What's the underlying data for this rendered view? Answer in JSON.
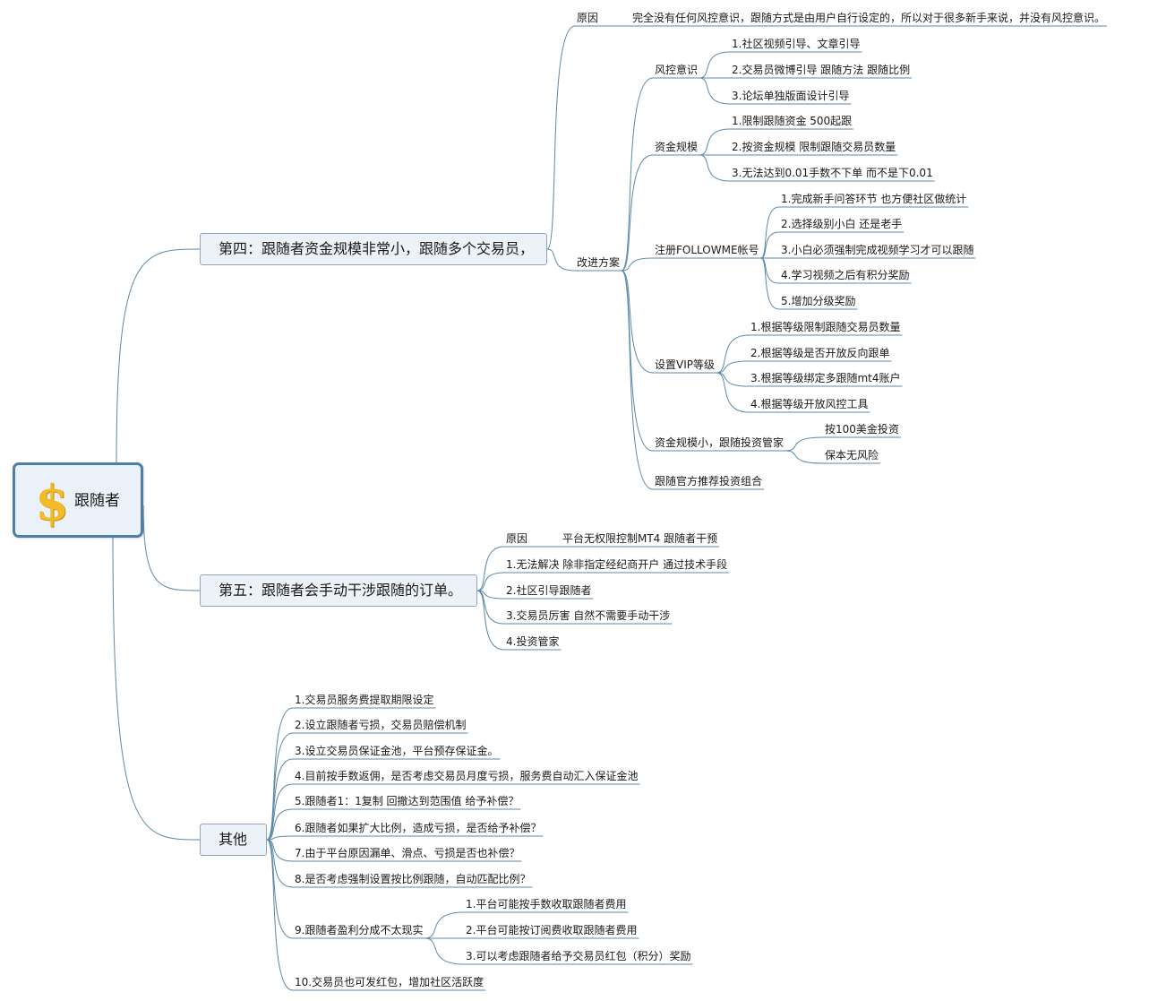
{
  "central": {
    "label": "跟随者",
    "icon": "dollar-icon",
    "icon_color": "#f2bb2a"
  },
  "colors": {
    "line": "#5d8aa8",
    "node_fill": "#ecf2f8",
    "node_border": "#8ea5bb"
  },
  "branch4": {
    "title": "第四：跟随者资金规模非常小，跟随多个交易员，",
    "reason": {
      "label": "原因",
      "text": "完全没有任何风控意识，跟随方式是由用户自行设定的，所以对于很多新手来说，并没有风控意识。"
    },
    "plan": {
      "label": "改进方案",
      "risk": {
        "label": "风控意识",
        "items": [
          "1.社区视频引导、文章引导",
          "2.交易员微博引导 跟随方法 跟随比例",
          "3.论坛单独版面设计引导"
        ]
      },
      "capital": {
        "label": "资金规模",
        "items": [
          "1.限制跟随资金 500起跟",
          "2.按资金规模 限制跟随交易员数量",
          "3.无法达到0.01手数不下单 而不是下0.01"
        ]
      },
      "register": {
        "label": "注册FOLLOWME帐号",
        "items": [
          "1.完成新手问答环节 也方便社区做统计",
          "2.选择级别小白 还是老手",
          "3.小白必须强制完成视频学习才可以跟随",
          "4.学习视频之后有积分奖励",
          "5.增加分级奖励"
        ]
      },
      "vip": {
        "label": "设置VIP等级",
        "items": [
          "1.根据等级限制跟随交易员数量",
          "2.根据等级是否开放反向跟单",
          "3.根据等级绑定多跟随mt4账户",
          "4.根据等级开放风控工具"
        ]
      },
      "small": {
        "label": "资金规模小，跟随投资管家",
        "items": [
          "按100美金投资",
          "保本无风险"
        ]
      },
      "portfolio": {
        "label": "跟随官方推荐投资组合"
      }
    }
  },
  "branch5": {
    "title": "第五：跟随者会手动干涉跟随的订单。",
    "reason": {
      "label": "原因",
      "text": "平台无权限控制MT4 跟随者干预"
    },
    "items": [
      "1.无法解决 除非指定经纪商开户 通过技术手段",
      "2.社区引导跟随者",
      "3.交易员厉害 自然不需要手动干涉",
      "4.投资管家"
    ]
  },
  "other": {
    "title": "其他",
    "items": [
      "1.交易员服务费提取期限设定",
      "2.设立跟随者亏损，交易员赔偿机制",
      "3.设立交易员保证金池，平台预存保证金。",
      "4.目前按手数返佣，是否考虑交易员月度亏损，服务费自动汇入保证金池",
      "5.跟随者1：1复制 回撤达到范围值 给予补偿？",
      "6.跟随者如果扩大比例，造成亏损，是否给予补偿？",
      "7.由于平台原因漏单、滑点、亏损是否也补偿？",
      "8.是否考虑强制设置按比例跟随，自动匹配比例？",
      "9.跟随者盈利分成不太现实",
      "10.交易员也可发红包，增加社区活跃度"
    ],
    "sub9": [
      "1.平台可能按手数收取跟随者费用",
      "2.平台可能按订阅费收取跟随者费用",
      "3.可以考虑跟随者给予交易员红包（积分）奖励"
    ]
  }
}
